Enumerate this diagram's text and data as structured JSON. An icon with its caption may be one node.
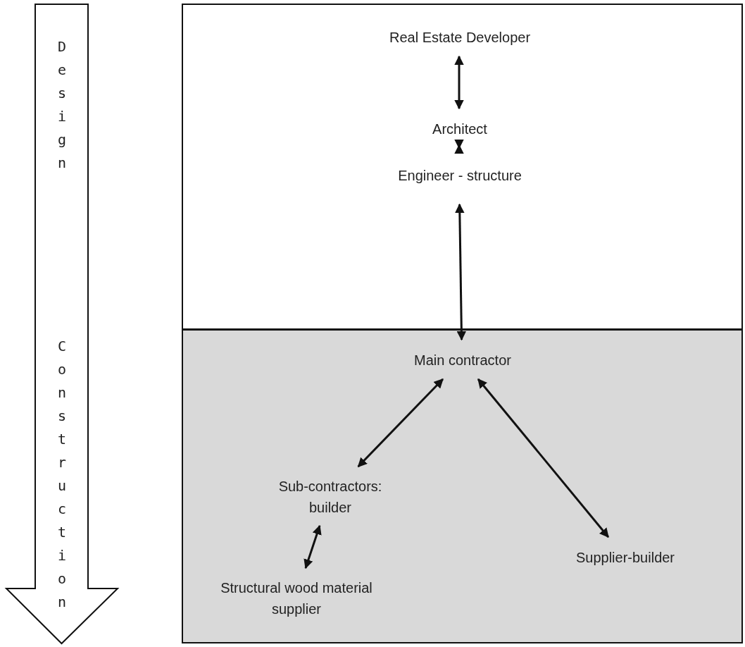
{
  "diagram": {
    "nodes": [
      {
        "text": [
          "Design",
          "Construction"
        ]
      },
      {
        "text": [],
        "shape": "box"
      },
      {
        "text": [
          "Real Estate Developer"
        ],
        "in": 1
      },
      {
        "text": [
          "Architect"
        ],
        "in": 1
      },
      {
        "text": [
          "Engineer - structure"
        ],
        "in": 1
      },
      {
        "text": [],
        "shape": "box"
      },
      {
        "text": [
          "Main contractor"
        ],
        "in": 5
      },
      {
        "text": [
          "Sub-contractors: builder"
        ],
        "in": 5
      },
      {
        "text": [
          "Structural wood material supplier"
        ],
        "in": 5
      },
      {
        "text": [
          "Supplier-builder"
        ],
        "in": 5
      }
    ],
    "edges": [
      {
        "from": 2,
        "to": 3,
        "arrow": "both"
      },
      {
        "from": 3,
        "to": 4,
        "arrow": "both"
      },
      {
        "from": 4,
        "to": 6,
        "arrow": "both"
      },
      {
        "from": 6,
        "to": 7,
        "arrow": "both"
      },
      {
        "from": 7,
        "to": 8,
        "arrow": "both"
      },
      {
        "from": 6,
        "to": 9,
        "arrow": "both"
      }
    ]
  }
}
